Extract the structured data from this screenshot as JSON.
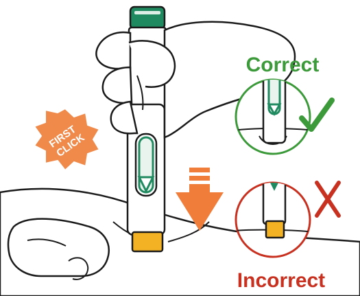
{
  "labels": {
    "badge": "FIRST\nCLICK",
    "correct": "Correct",
    "incorrect": "Incorrect"
  },
  "colors": {
    "correct": "#3c9a3a",
    "incorrect": "#c8301f",
    "badge": "#f08a4b",
    "arrow": "#f07d3a",
    "pen_cap": "#1f8a5f",
    "needle_shield": "#f3b223",
    "outline": "#1a1a1a"
  },
  "icons": {
    "correct_mark": "check-icon",
    "incorrect_mark": "x-icon",
    "push_arrow": "down-arrow-icon"
  }
}
